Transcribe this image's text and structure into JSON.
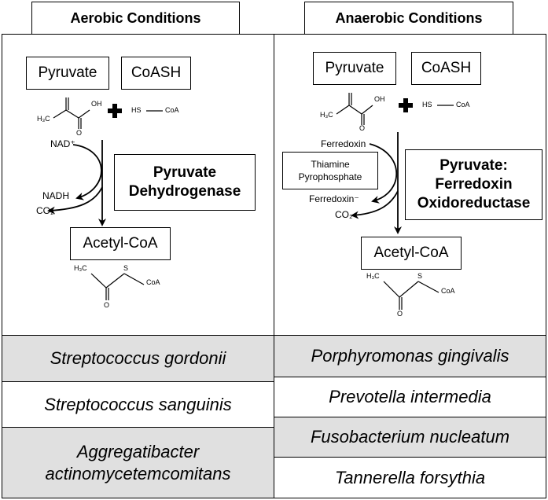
{
  "aerobic": {
    "title": "Aerobic Conditions",
    "substrate1": "Pyruvate",
    "substrate2": "CoASH",
    "cofactor_in": "NAD⁺",
    "cofactor_out": "NADH",
    "co2": "CO₂",
    "enzyme_line1": "Pyruvate",
    "enzyme_line2": "Dehydrogenase",
    "product": "Acetyl-CoA",
    "organisms": [
      "Streptococcus gordonii",
      "Streptococcus sanguinis",
      "Aggregatibacter actinomycetemcomitans"
    ]
  },
  "anaerobic": {
    "title": "Anaerobic Conditions",
    "substrate1": "Pyruvate",
    "substrate2": "CoASH",
    "cofactor_in": "Ferredoxin",
    "cofactor_out": "Ferredoxin⁻",
    "co2": "CO₂",
    "cofactor_box_line1": "Thiamine",
    "cofactor_box_line2": "Pyrophosphate",
    "enzyme_line1": "Pyruvate:",
    "enzyme_line2": "Ferredoxin",
    "enzyme_line3": "Oxidoreductase",
    "product": "Acetyl-CoA",
    "organisms": [
      "Porphyromonas gingivalis",
      "Prevotella intermedia",
      "Fusobacterium nucleatum",
      "Tannerella forsythia"
    ]
  },
  "chem": {
    "h3c": "H₃C",
    "o": "O",
    "oh": "OH",
    "hs": "HS",
    "coa": "CoA",
    "s": "S"
  },
  "colors": {
    "row_shade": "#e0e0e0",
    "line": "#000000"
  }
}
